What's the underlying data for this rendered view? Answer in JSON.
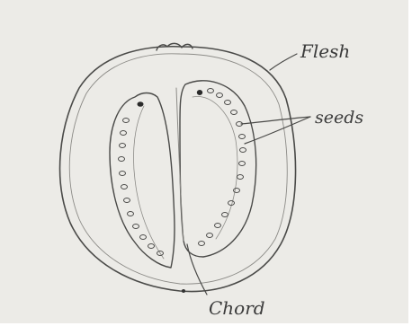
{
  "diagram": {
    "labels": {
      "flesh": "Flesh",
      "seeds": "seeds",
      "chord": "Chord"
    }
  }
}
